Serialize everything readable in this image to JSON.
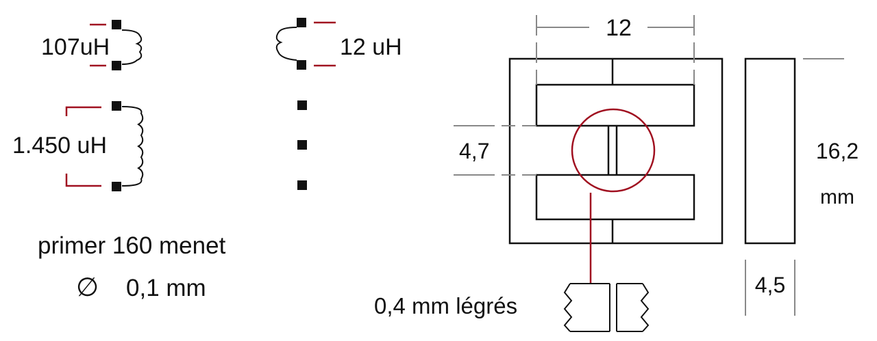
{
  "labels": {
    "l107": "107uH",
    "l12uh": "12 uH",
    "l1450": "1.450 uH",
    "primer": "primer 160 menet",
    "diameter": "∅",
    "wire": "0,1 mm",
    "d12": "12",
    "d47": "4,7",
    "d162a": "16,2",
    "d162b": "mm",
    "d45": "4,5",
    "gap": "0,4 mm  légrés"
  },
  "colors": {
    "line": "#111111",
    "accent": "#a01020",
    "dim": "#888888"
  }
}
